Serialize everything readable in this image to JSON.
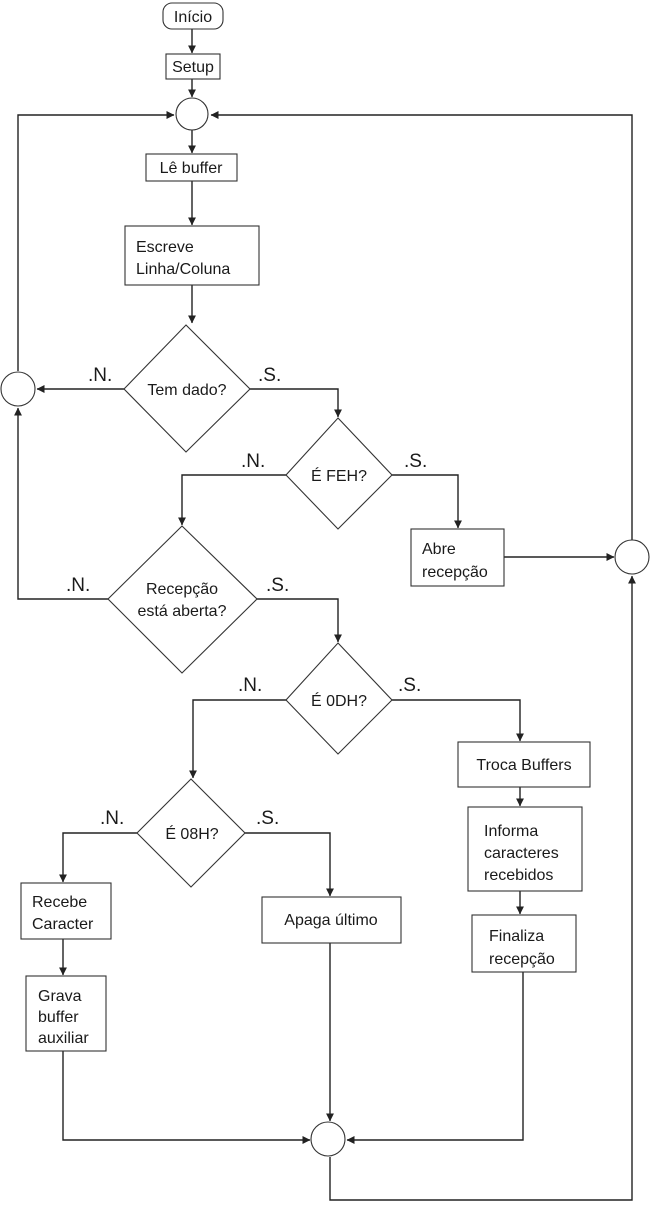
{
  "nodes": {
    "inicio": "Início",
    "setup": "Setup",
    "le_buffer": "Lê buffer",
    "escreve_1": "Escreve",
    "escreve_2": "Linha/Coluna",
    "tem_dado": "Tem dado?",
    "e_feh": "É FEH?",
    "abre_1": "Abre",
    "abre_2": "recepção",
    "recepcao_1": "Recepção",
    "recepcao_2": "está aberta?",
    "e_0dh": "É 0DH?",
    "troca_buffers": "Troca Buffers",
    "informa_1": "Informa",
    "informa_2": "caracteres",
    "informa_3": "recebidos",
    "finaliza_1": "Finaliza",
    "finaliza_2": "recepção",
    "e_08h": "É 08H?",
    "recebe_1": "Recebe",
    "recebe_2": "Caracter",
    "apaga_ultimo": "Apaga último",
    "grava_1": "Grava",
    "grava_2": "buffer",
    "grava_3": "auxiliar"
  },
  "branch_labels": {
    "no": ".N.",
    "yes": ".S."
  }
}
